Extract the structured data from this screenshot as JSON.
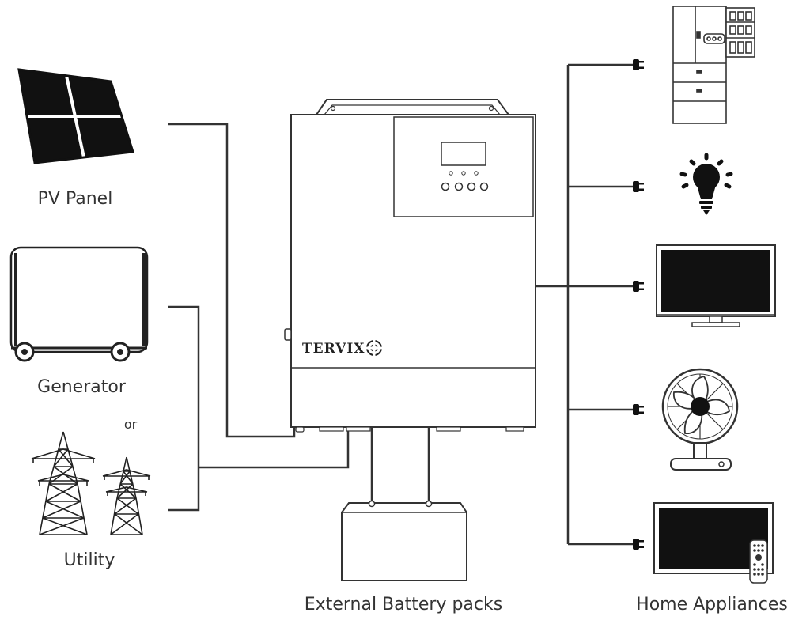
{
  "labels": {
    "pv_panel": "PV Panel",
    "generator": "Generator",
    "or": "or",
    "utility": "Utility",
    "battery": "External Battery packs",
    "home": "Home Appliances"
  },
  "inverter": {
    "brand": "TERVIX"
  },
  "colors": {
    "line": "#333333",
    "text": "#333333",
    "dark": "#111111"
  }
}
